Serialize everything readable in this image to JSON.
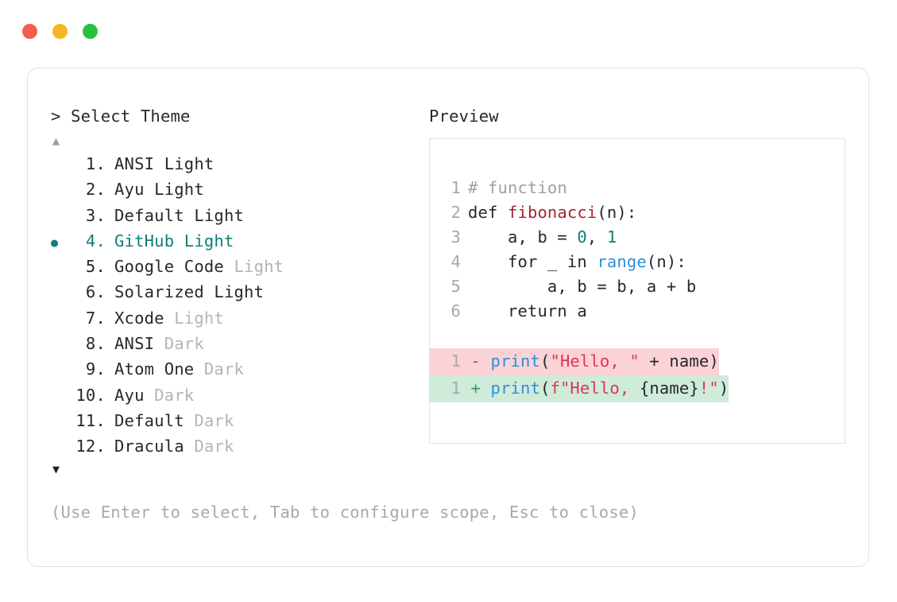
{
  "window": {
    "dots": [
      {
        "name": "close-dot",
        "color": "#f55b51"
      },
      {
        "name": "minimize-dot",
        "color": "#f5b825"
      },
      {
        "name": "maximize-dot",
        "color": "#27c13e"
      }
    ]
  },
  "selector": {
    "prompt_symbol": ">",
    "title": "Select Theme",
    "header_text": "> Select Theme",
    "scroll_up_icon": "▲",
    "scroll_down_icon": "▼",
    "selected_bullet": "●",
    "selected_index": 4,
    "accent_color": "#0d8074",
    "items": [
      {
        "index": "1.",
        "name": "ANSI",
        "variant": "Light",
        "variant_muted": false,
        "selected": false
      },
      {
        "index": "2.",
        "name": "Ayu",
        "variant": "Light",
        "variant_muted": false,
        "selected": false
      },
      {
        "index": "3.",
        "name": "Default",
        "variant": "Light",
        "variant_muted": false,
        "selected": false
      },
      {
        "index": "4.",
        "name": "GitHub",
        "variant": "Light",
        "variant_muted": false,
        "selected": true
      },
      {
        "index": "5.",
        "name": "Google Code",
        "variant": "Light",
        "variant_muted": true,
        "selected": false
      },
      {
        "index": "6.",
        "name": "Solarized",
        "variant": "Light",
        "variant_muted": false,
        "selected": false
      },
      {
        "index": "7.",
        "name": "Xcode",
        "variant": "Light",
        "variant_muted": true,
        "selected": false
      },
      {
        "index": "8.",
        "name": "ANSI",
        "variant": "Dark",
        "variant_muted": true,
        "selected": false
      },
      {
        "index": "9.",
        "name": "Atom One",
        "variant": "Dark",
        "variant_muted": true,
        "selected": false
      },
      {
        "index": "10.",
        "name": "Ayu",
        "variant": "Dark",
        "variant_muted": true,
        "selected": false
      },
      {
        "index": "11.",
        "name": "Default",
        "variant": "Dark",
        "variant_muted": true,
        "selected": false
      },
      {
        "index": "12.",
        "name": "Dracula",
        "variant": "Dark",
        "variant_muted": true,
        "selected": false
      }
    ]
  },
  "hint": {
    "text": "(Use Enter to select, Tab to configure scope, Esc to close)"
  },
  "preview": {
    "title": "Preview",
    "code_lines": [
      {
        "num": "1",
        "tokens": [
          {
            "t": "# function",
            "c": "tok-comment"
          }
        ]
      },
      {
        "num": "2",
        "tokens": [
          {
            "t": "def ",
            "c": "tok-kw"
          },
          {
            "t": "fibonacci",
            "c": "tok-fn"
          },
          {
            "t": "(n):",
            "c": "tok-plain"
          }
        ]
      },
      {
        "num": "3",
        "tokens": [
          {
            "t": "    a, b = ",
            "c": "tok-plain"
          },
          {
            "t": "0",
            "c": "tok-num"
          },
          {
            "t": ", ",
            "c": "tok-plain"
          },
          {
            "t": "1",
            "c": "tok-num"
          }
        ]
      },
      {
        "num": "4",
        "tokens": [
          {
            "t": "    for _ in ",
            "c": "tok-plain"
          },
          {
            "t": "range",
            "c": "tok-builtin"
          },
          {
            "t": "(n):",
            "c": "tok-plain"
          }
        ]
      },
      {
        "num": "5",
        "tokens": [
          {
            "t": "        a, b = b, a + b",
            "c": "tok-plain"
          }
        ]
      },
      {
        "num": "6",
        "tokens": [
          {
            "t": "    return a",
            "c": "tok-plain"
          }
        ]
      }
    ],
    "diff_lines": [
      {
        "num": "1",
        "sign": "-",
        "kind": "del",
        "bg_color": "#fbd2d6",
        "tokens": [
          {
            "t": "print",
            "c": "tok-builtin"
          },
          {
            "t": "(",
            "c": "tok-plain"
          },
          {
            "t": "\"Hello, \"",
            "c": "tok-str"
          },
          {
            "t": " + name)",
            "c": "tok-plain"
          }
        ]
      },
      {
        "num": "1",
        "sign": "+",
        "kind": "add",
        "bg_color": "#cfebd9",
        "tokens": [
          {
            "t": "print",
            "c": "tok-builtin"
          },
          {
            "t": "(",
            "c": "tok-plain"
          },
          {
            "t": "f\"Hello, ",
            "c": "tok-str"
          },
          {
            "t": "{name}",
            "c": "tok-plain"
          },
          {
            "t": "!\"",
            "c": "tok-str"
          },
          {
            "t": ")",
            "c": "tok-plain"
          }
        ]
      }
    ]
  }
}
